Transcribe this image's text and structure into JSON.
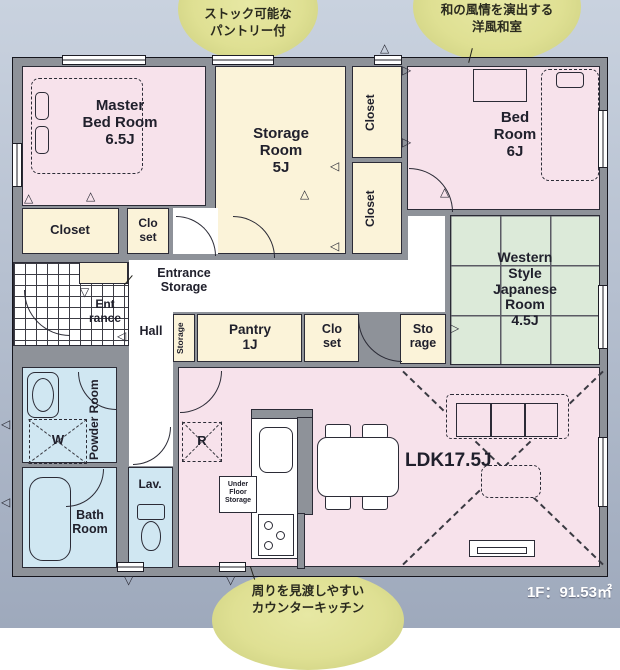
{
  "callouts": {
    "pantry": {
      "lines": [
        "ストック可能な",
        "パントリー付"
      ]
    },
    "washitsu": {
      "lines": [
        "和の風情を演出する",
        "洋風和室"
      ]
    },
    "kitchen": {
      "lines": [
        "周りを見渡しやすい",
        "カウンターキッチン"
      ]
    }
  },
  "floor_info": {
    "area_label": "1F：91.53㎡"
  },
  "rooms": {
    "master_bedroom": [
      "Master",
      "Bed Room",
      "6.5J"
    ],
    "storage_room": [
      "Storage",
      "Room",
      "5J"
    ],
    "closet_a": "Closet",
    "closet_b": "Closet",
    "bedroom": [
      "Bed",
      "Room",
      "6J"
    ],
    "closet_master": "Closet",
    "closet_master_small": [
      "Clo",
      "set"
    ],
    "entrance_storage": [
      "Entrance",
      "Storage"
    ],
    "entrance": [
      "Ent",
      "rance"
    ],
    "hall": "Hall",
    "storage_strip": "Storage",
    "pantry": [
      "Pantry",
      "1J"
    ],
    "closet_mid": [
      "Clo",
      "set"
    ],
    "storage_small": [
      "Sto",
      "rage"
    ],
    "western_room": [
      "Western",
      "Style",
      "Japanese",
      "Room",
      "4.5J"
    ],
    "powder_room": [
      "Powder",
      "Room"
    ],
    "bath_room": [
      "Bath",
      "Room"
    ],
    "lavatory": "Lav.",
    "ldk": "LDK17.5J"
  },
  "fixtures": {
    "washer": "W",
    "fridge": "R",
    "under_floor_storage": [
      "Under",
      "Floor",
      "Storage"
    ]
  },
  "icons": {
    "tri_up": "△",
    "tri_down": "▽",
    "tri_left": "◁",
    "tri_right": "▷"
  },
  "colors": {
    "background": "#b6c0d0",
    "wall": "#8e9299",
    "room_pink": "#f7e2eb",
    "storage_cream": "#fbf3d9",
    "tatami_green": "#dcead9",
    "wet_area_blue": "#d0e7f2",
    "callout_yellow": "#dfe093",
    "floor_white": "#ffffff"
  }
}
